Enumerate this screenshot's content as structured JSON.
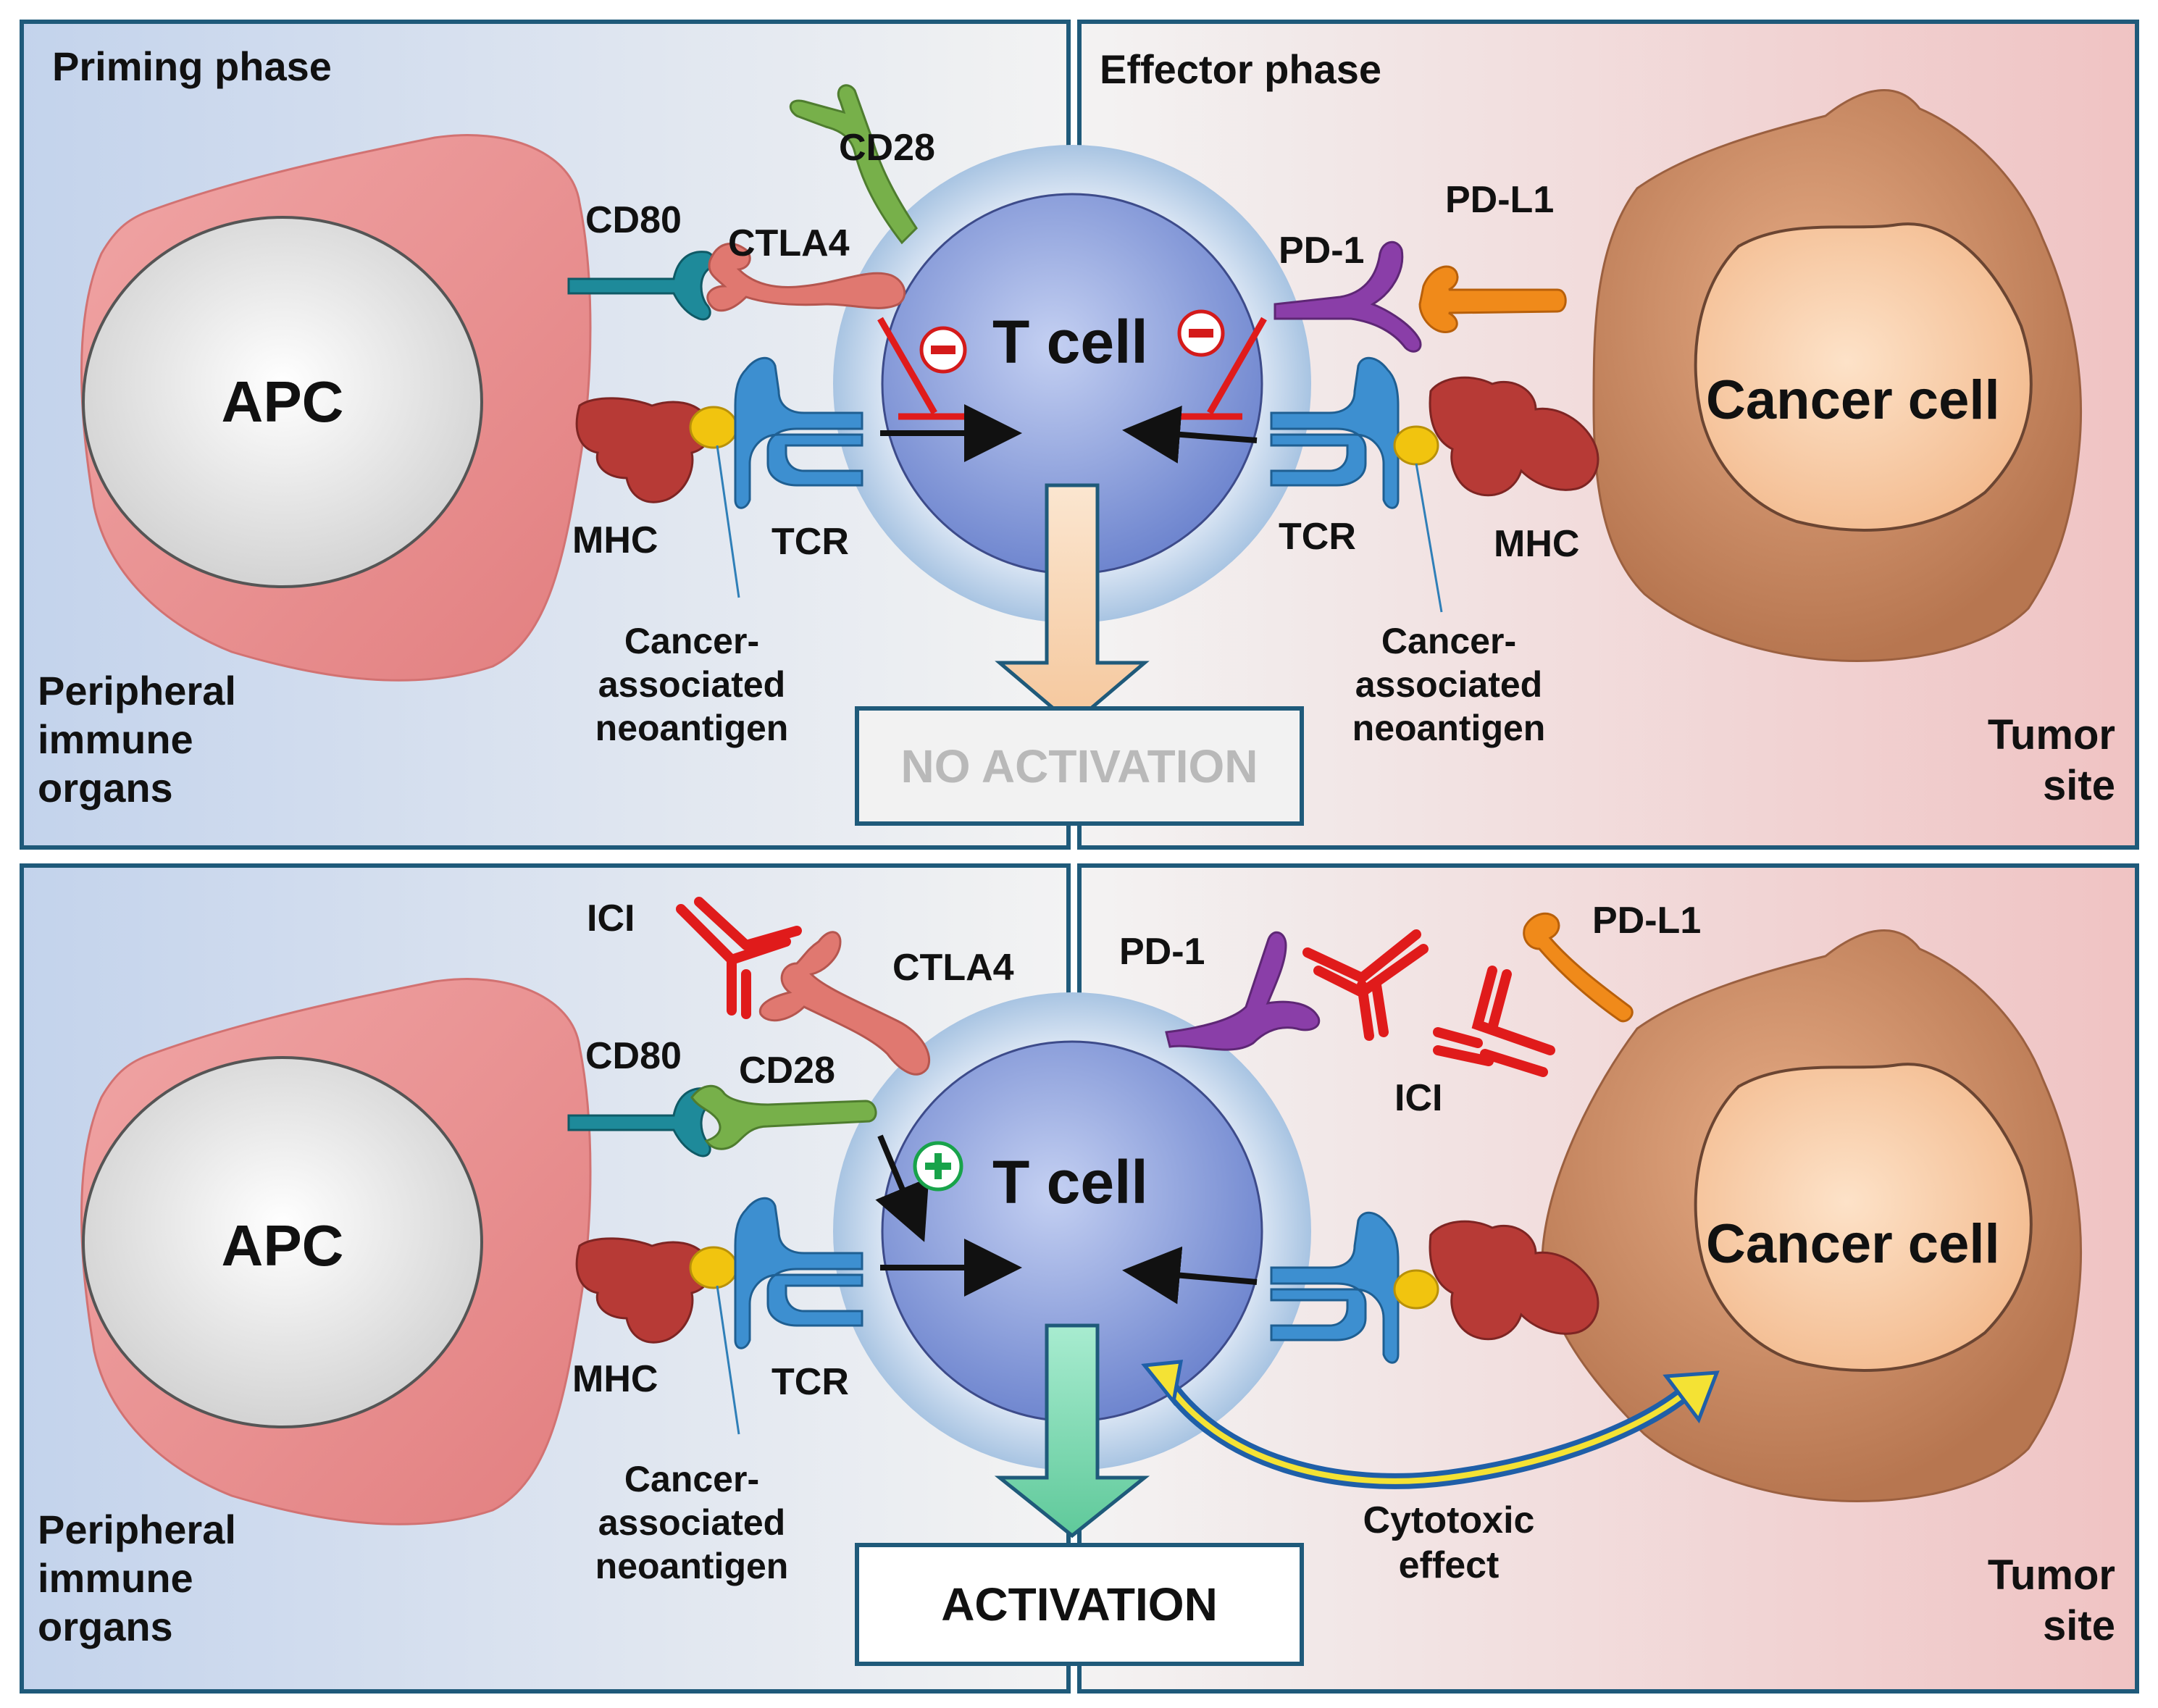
{
  "colors": {
    "frame": "#1f5a7a",
    "apc_body": "#e88f8f",
    "cancer_body": "#c98a63",
    "nucleus_cancer": "#f7c9a3",
    "tcell": "#7f98d8",
    "mhc": "#b73a36",
    "tcr": "#3d8fd0",
    "antigen": "#f1c40f",
    "cd80": "#1e8a9a",
    "ctla4": "#e07870",
    "cd28": "#77b04a",
    "pd1": "#8a3ea8",
    "pdl1": "#f08a1a",
    "ici": "#e01b1b",
    "inhibit": "#e01b1b",
    "no_activation_arrow": "#f8d6b4",
    "activation_arrow": "#7fdcb4",
    "cytotoxic_arrow": "#1f5fa8"
  },
  "top": {
    "left_phase": "Priming phase",
    "right_phase": "Effector phase",
    "apc": "APC",
    "cancer_cell": "Cancer cell",
    "tcell": "T cell",
    "cd28": "CD28",
    "cd80": "CD80",
    "ctla4": "CTLA4",
    "pd1": "PD-1",
    "pdl1": "PD-L1",
    "mhc_left": "MHC",
    "tcr_left": "TCR",
    "tcr_right": "TCR",
    "mhc_right": "MHC",
    "neoantigen_left": [
      "Cancer-",
      "associated",
      "neoantigen"
    ],
    "neoantigen_right": [
      "Cancer-",
      "associated",
      "neoantigen"
    ],
    "location_left": [
      "Peripheral",
      "immune",
      "organs"
    ],
    "location_right": [
      "Tumor",
      "site"
    ],
    "outcome": "NO ACTIVATION",
    "inhibit_symbol": "⊖"
  },
  "bottom": {
    "apc": "APC",
    "cancer_cell": "Cancer cell",
    "tcell": "T cell",
    "ici_left": "ICI",
    "ctla4": "CTLA4",
    "cd80": "CD80",
    "cd28": "CD28",
    "pd1": "PD-1",
    "pdl1": "PD-L1",
    "ici_right": "ICI",
    "mhc": "MHC",
    "tcr": "TCR",
    "neoantigen": [
      "Cancer-",
      "associated",
      "neoantigen"
    ],
    "location_left": [
      "Peripheral",
      "immune",
      "organs"
    ],
    "location_right": [
      "Tumor",
      "site"
    ],
    "cytotoxic": [
      "Cytotoxic",
      "effect"
    ],
    "outcome": "ACTIVATION",
    "activate_symbol": "⊕"
  }
}
